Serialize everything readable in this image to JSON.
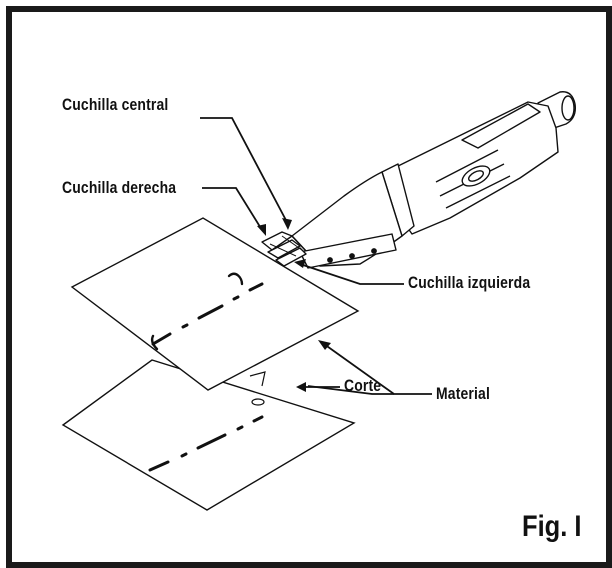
{
  "labels": {
    "cuchilla_central": "Cuchilla central",
    "cuchilla_derecha": "Cuchilla derecha",
    "cuchilla_izquierda": "Cuchilla izquierda",
    "corte": "Corte",
    "material": "Material"
  },
  "figure_label": "Fig. I",
  "colors": {
    "ink": "#111111",
    "frame": "#1a1a1a",
    "background": "#ffffff"
  }
}
